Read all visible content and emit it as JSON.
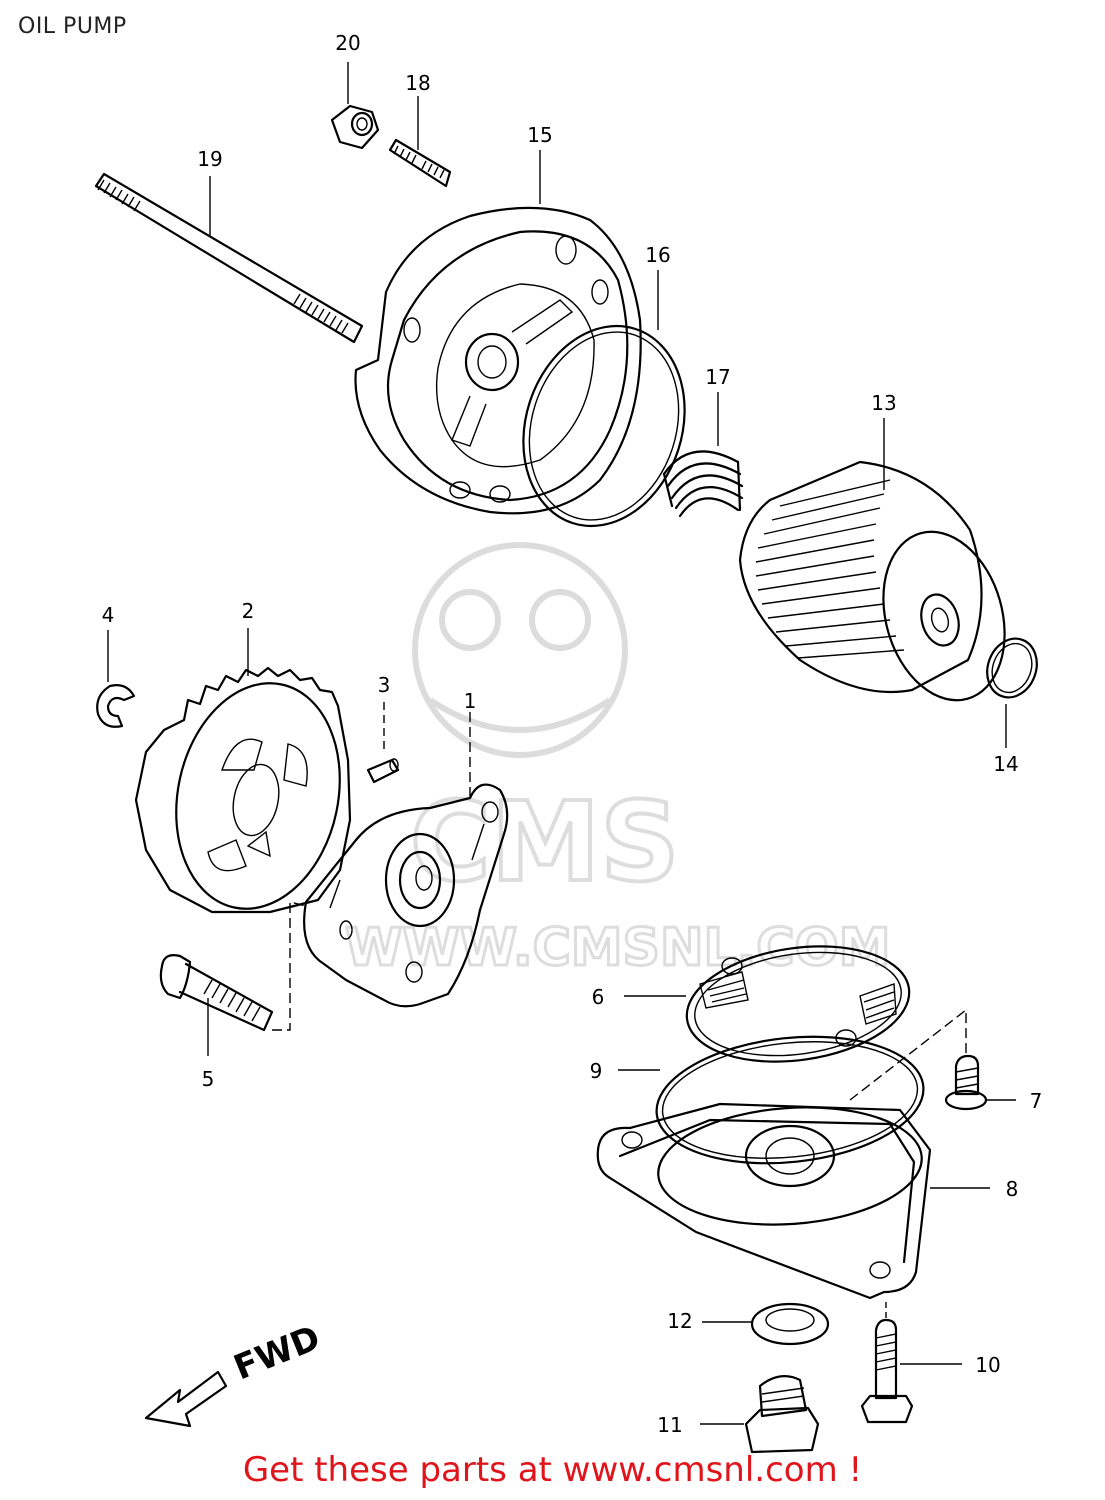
{
  "title": "OIL PUMP",
  "footer": "Get these parts at www.cmsnl.com !",
  "watermark": {
    "brand": "CMS",
    "url": "WWW.CMSNL.COM"
  },
  "direction_label": "FWD",
  "callouts": {
    "p1": "1",
    "p2": "2",
    "p3": "3",
    "p4": "4",
    "p5": "5",
    "p6": "6",
    "p7": "7",
    "p8": "8",
    "p9": "9",
    "p10": "10",
    "p11": "11",
    "p12": "12",
    "p13": "13",
    "p14": "14",
    "p15": "15",
    "p16": "16",
    "p17": "17",
    "p18": "18",
    "p19": "19",
    "p20": "20"
  },
  "colors": {
    "line": "#000000",
    "footer": "#e0141b",
    "watermark": "#dcdcdc"
  }
}
